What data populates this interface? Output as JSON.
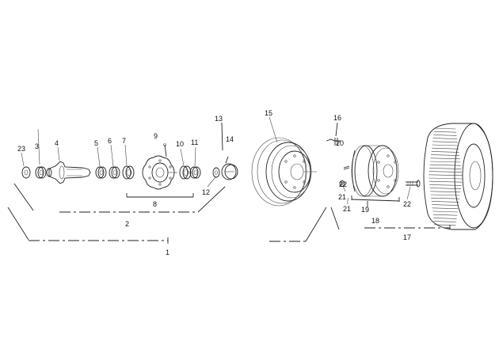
{
  "diagram": {
    "callouts": {
      "c1": "1",
      "c2": "2",
      "c3": "3",
      "c4": "4",
      "c5": "5",
      "c6": "6",
      "c7": "7",
      "c8": "8",
      "c9": "9",
      "c10": "10",
      "c11": "11",
      "c12": "12",
      "c13": "13",
      "c14": "14",
      "c15": "15",
      "c16": "16",
      "c17": "17",
      "c18": "18",
      "c19": "19",
      "c20": "20",
      "c21a": "21",
      "c21b": "21",
      "c22a": "22",
      "c22b": "22",
      "c23": "23"
    }
  }
}
